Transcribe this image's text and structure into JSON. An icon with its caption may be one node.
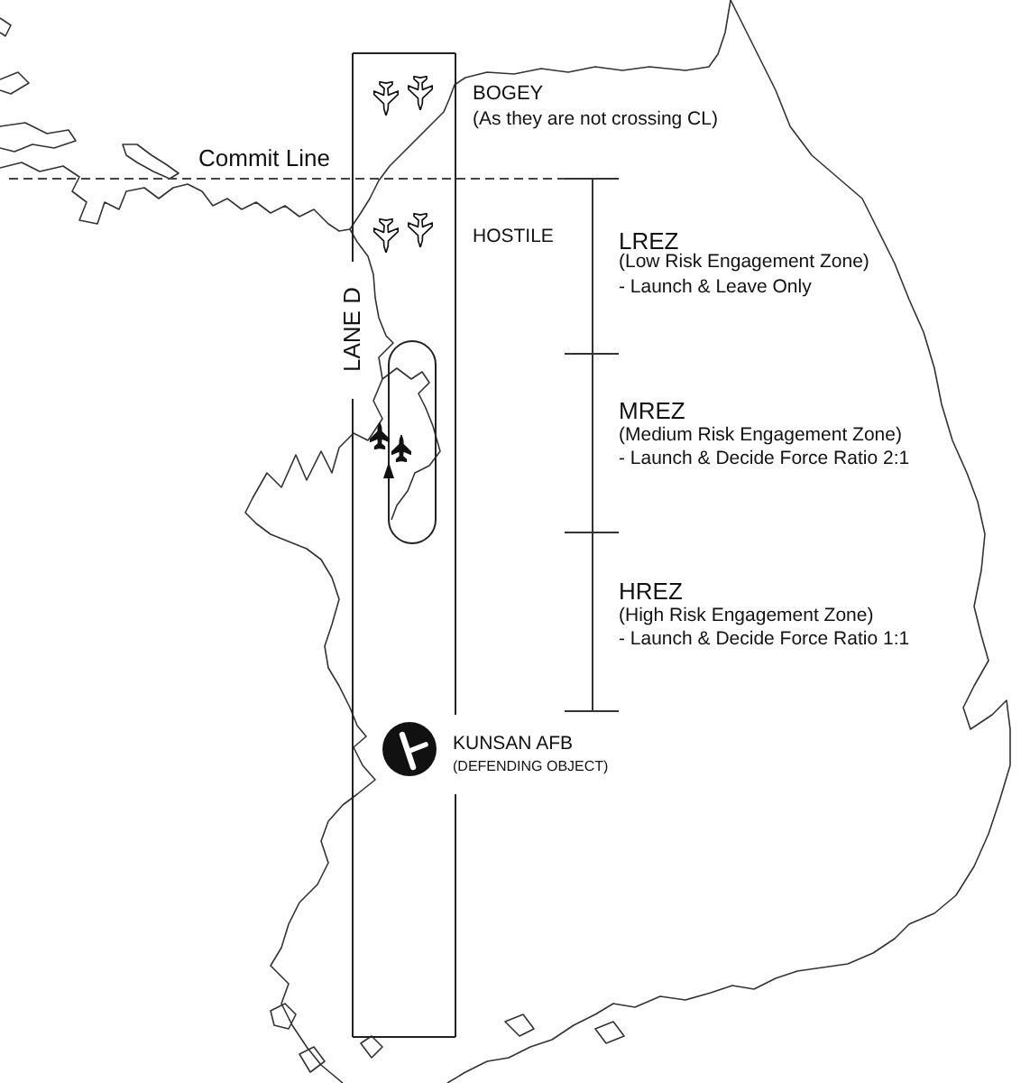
{
  "diagram": {
    "nodes": [
      {
        "text": [
          "LANE D"
        ]
      }
    ],
    "labels": [
      "BOGEY",
      "(As they are not crossing CL)",
      "Commit Line",
      "HOSTILE",
      "LREZ",
      "(Low Risk Engagement Zone)",
      "- Launch & Leave Only",
      "MREZ",
      "(Medium Risk Engagement Zone)",
      "- Launch & Decide Force Ratio 2:1",
      "HREZ",
      "(High Risk Engagement Zone)",
      "- Launch & Decide Force Ratio 1:1",
      "KUNSAN AFB",
      "(DEFENDING OBJECT)"
    ]
  }
}
